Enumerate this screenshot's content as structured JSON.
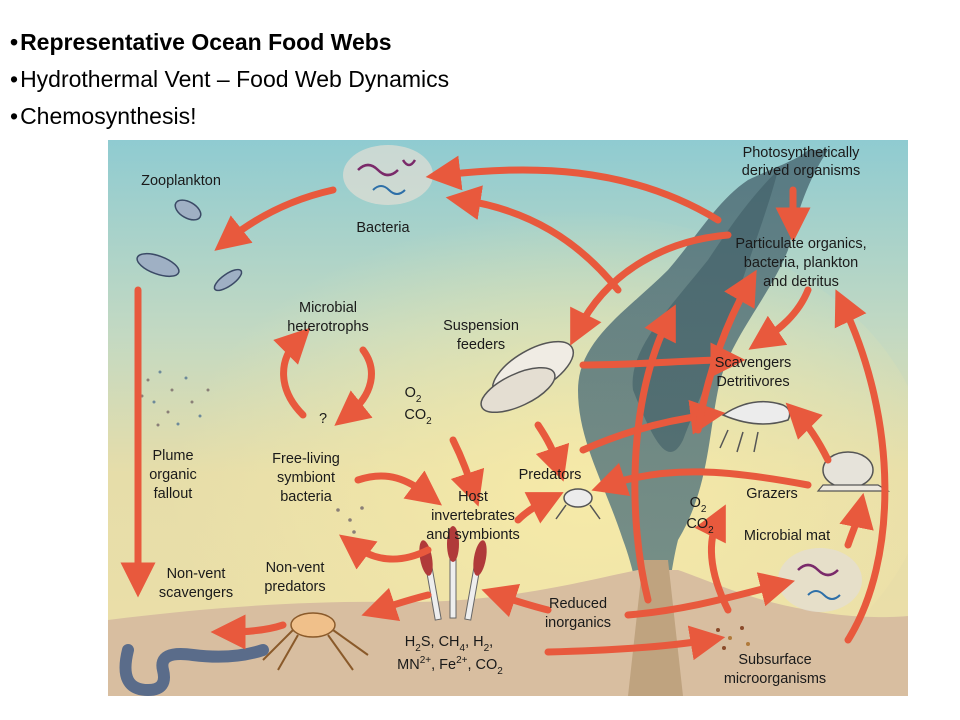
{
  "bullets": [
    "Representative Ocean Food Webs",
    "Hydrothermal Vent – Food Web Dynamics",
    "Chemosynthesis!"
  ],
  "labels": {
    "zooplankton": "Zooplankton",
    "bacteria": "Bacteria",
    "photo_1": "Photosynthetically",
    "photo_2": "derived organisms",
    "partic_1": "Particulate organics,",
    "partic_2": "bacteria, plankton",
    "partic_3": "and detritus",
    "microbial_1": "Microbial",
    "microbial_2": "heterotrophs",
    "question": "?",
    "suspension_1": "Suspension",
    "suspension_2": "feeders",
    "scav_1": "Scavengers",
    "scav_2": "Detritivores",
    "plume_1": "Plume",
    "plume_2": "organic",
    "plume_3": "fallout",
    "freeliving_1": "Free-living",
    "freeliving_2": "symbiont",
    "freeliving_3": "bacteria",
    "host_1": "Host",
    "host_2": "invertebrates",
    "host_3": "and symbionts",
    "predators": "Predators",
    "grazers": "Grazers",
    "microbial_mat": "Microbial mat",
    "nonvent_scav_1": "Non-vent",
    "nonvent_scav_2": "scavengers",
    "nonvent_pred_1": "Non-vent",
    "nonvent_pred_2": "predators",
    "reduced_1": "Reduced",
    "reduced_2": "inorganics",
    "subsurface_1": "Subsurface",
    "subsurface_2": "microorganisms"
  },
  "chem": {
    "o2_a": "O",
    "o2_a_sub": "2",
    "co2_a": "CO",
    "co2_a_sub": "2",
    "o2_b": "O",
    "o2_b_sub": "2",
    "co2_b": "CO",
    "co2_b_sub": "2",
    "h2s": "H",
    "h2s_sub": "2",
    "h2s_tail": "S, CH",
    "ch4_sub": "4",
    "h2_mid": ", H",
    "h2_sub": "2",
    "h2_tail": ",",
    "mn": "MN",
    "mn_sup": "2+",
    "fe": ", Fe",
    "fe_sup": "2+",
    "co2_c": ", CO",
    "co2_c_sub": "2"
  },
  "colors": {
    "arrow": "#e8593d",
    "sky_top": "#8ec9cf",
    "sky_mid": "#d8dfb2",
    "glow": "#f2e6a4",
    "sediment": "#d9bfa1",
    "plume": "#5f7e86"
  }
}
